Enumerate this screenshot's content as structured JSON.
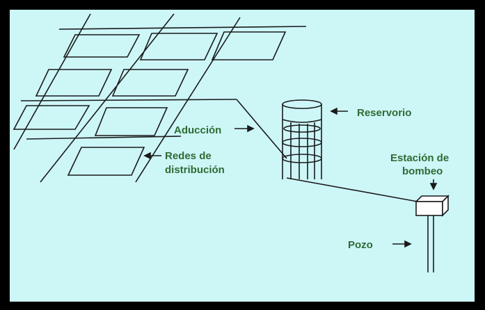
{
  "labels": {
    "reservorio": "Reservorio",
    "aduccion": "Aducción",
    "redes_line1": "Redes de",
    "redes_line2": "distribución",
    "estacion_line1": "Estación de",
    "estacion_line2": "bombeo",
    "pozo": "Pozo"
  },
  "colors": {
    "frame": "#000000",
    "background": "#cdf6f7",
    "label_text": "#2f6b33",
    "lines": "#1a1a1a"
  },
  "icons": {
    "arrow": "left-arrow",
    "down_arrow": "down-arrow"
  }
}
